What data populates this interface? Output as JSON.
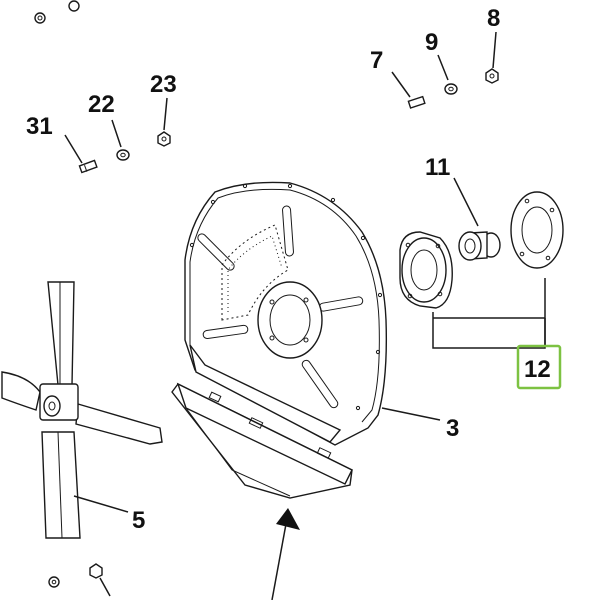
{
  "labels": {
    "l31": "31",
    "l22": "22",
    "l23": "23",
    "l7": "7",
    "l9": "9",
    "l8": "8",
    "l11": "11",
    "l12": "12",
    "l3": "3",
    "l5": "5"
  },
  "colors": {
    "highlight": "#7dc242",
    "ink": "#1a1a1a"
  },
  "icons": [
    "bolt-icon",
    "washer-icon",
    "nut-icon",
    "arrow-up-icon"
  ]
}
